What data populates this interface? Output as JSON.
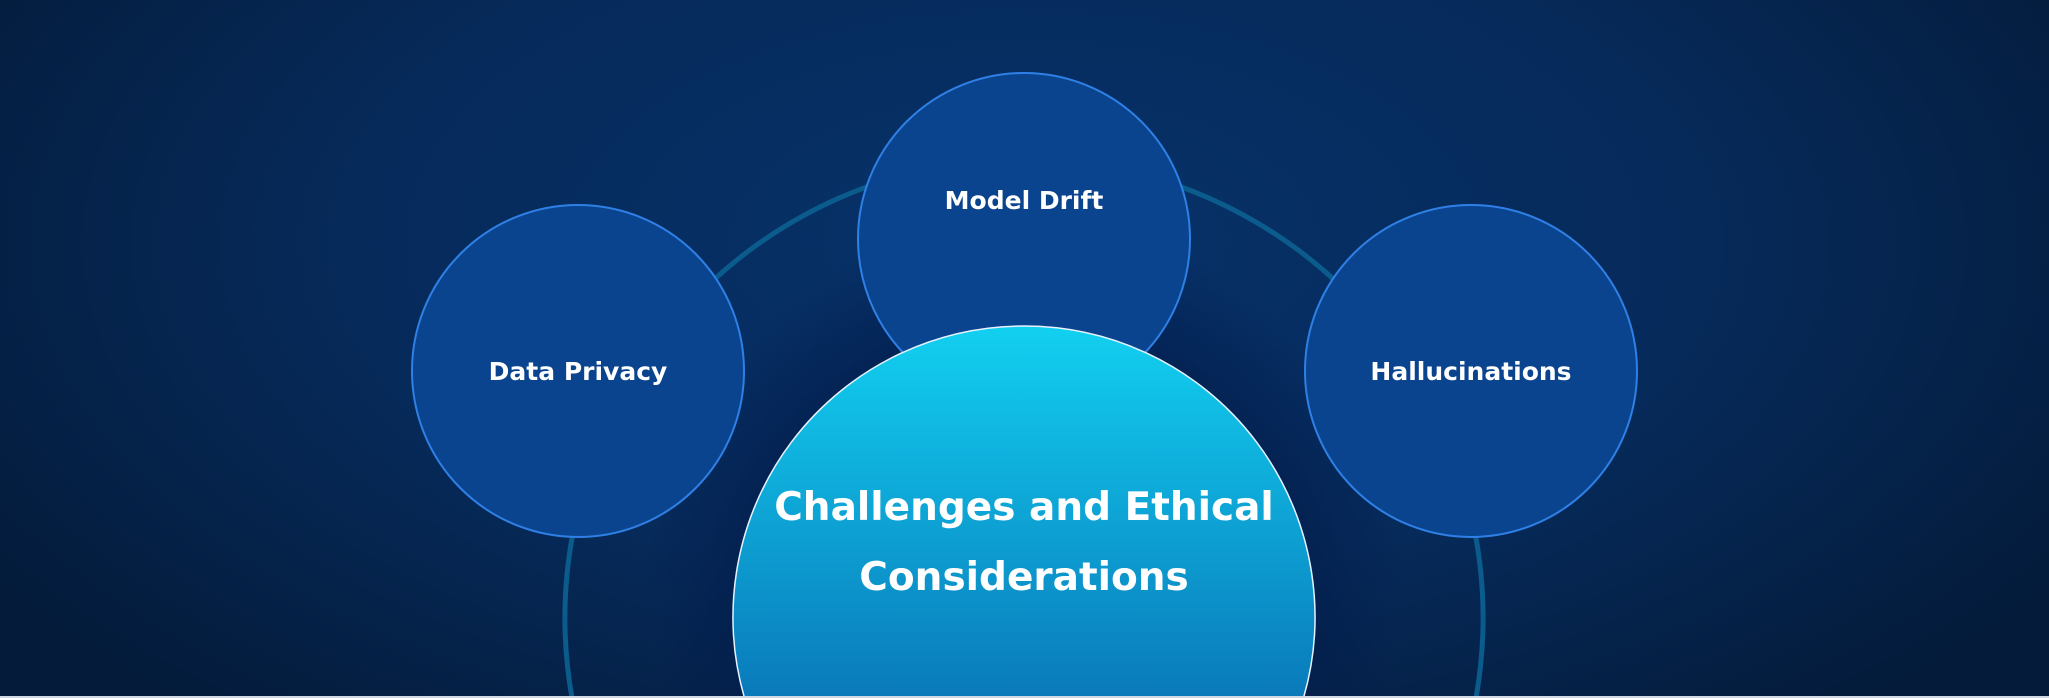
{
  "diagram": {
    "center": {
      "label_line1": "Challenges and Ethical",
      "label_line2": "Considerations"
    },
    "nodes": [
      {
        "label": "Data Privacy"
      },
      {
        "label": "Model Drift"
      },
      {
        "label": "Hallucinations"
      }
    ]
  },
  "colors": {
    "ring": "#0b5b8c",
    "node_fill": "#0a448e",
    "node_border": "#2f80e6",
    "center_top": "#12d0f0",
    "center_bottom": "#0a4a90"
  }
}
